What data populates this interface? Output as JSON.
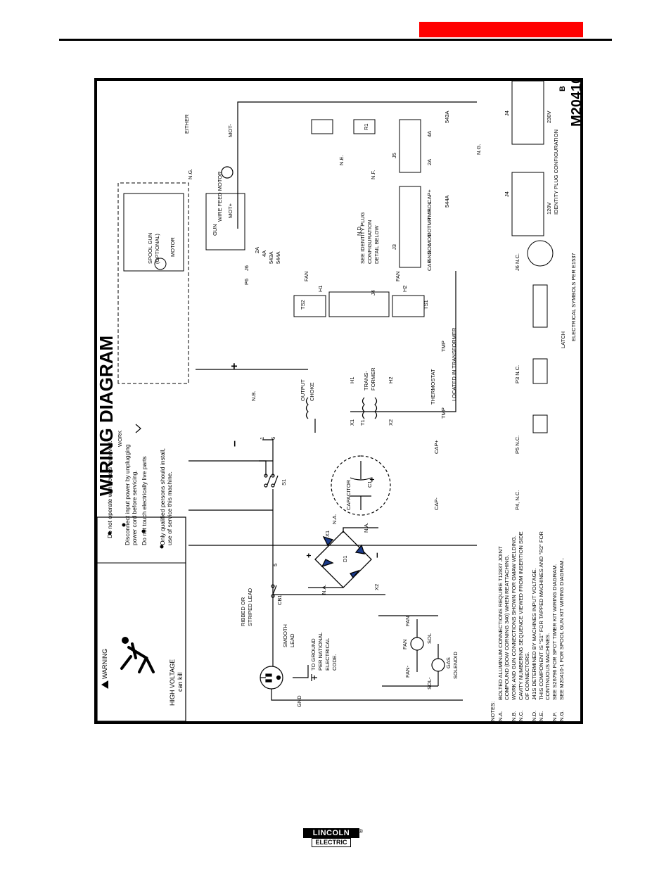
{
  "title": "WIRING DIAGRAM",
  "drawing_number": "M20410",
  "revision": "B",
  "warning": {
    "heading": "WARNING",
    "voltage_line1": "HIGH VOLTAGE",
    "voltage_line2": "can kill",
    "bullets": [
      [
        "Do not operate with covers removed."
      ],
      [
        "Disconnect input power by unplugging",
        "power cord before servicing."
      ],
      [
        "Do not touch electrically live parts"
      ],
      [
        "Only qualified persons should install,",
        "use of service this machine."
      ]
    ]
  },
  "labels": {
    "work": "WORK",
    "nb": "N.B.",
    "na": "N.A.",
    "nc": "N.C.",
    "nd": "N.D.",
    "ne": "N.E.",
    "nf": "N.F.",
    "ng": "N.G.",
    "either": "EITHER",
    "wire_feed_motor": "WIRE FEED MOTOR",
    "mot_plus": "MOT+",
    "mot_minus": "MOT-",
    "spool_gun": "SPOOL GUN",
    "optional": "(OPTIONAL)",
    "motor": "MOTOR",
    "gun": "GUN",
    "ribbed": "RIBBED OR",
    "striped": "STRIPED LEAD",
    "smooth": "SMOOTH",
    "lead": "LEAD",
    "to_ground": [
      "TO GROUND",
      "PER NATIONAL",
      "ELECTRICAL",
      "CODE."
    ],
    "gnd": "GND",
    "cb1": "CB1",
    "s1": "S1",
    "wire_5": "5",
    "wire_1": "1",
    "wire_6": "6",
    "capacitor": "CAPACITOR",
    "c1": "C1",
    "cap_minus": "CAP-",
    "cap_plus": "CAP+",
    "d1": "D1",
    "x1": "X1",
    "x2": "X2",
    "t1": "T1",
    "output": "OUTPUT",
    "choke": "CHOKE",
    "trans": "TRANS-",
    "former": "FORMER",
    "h1": "H1",
    "h2": "H2",
    "ts1": "TS1",
    "ts2": "TS2",
    "fan": "FAN",
    "fan_minus": "FAN-",
    "fan_plus": "FAN",
    "sol": "SOL",
    "sol_minus": "SOL-",
    "gas": "GAS",
    "solenoid": "SOLENOID",
    "thermostat": "THERMOSTAT",
    "tmp": "TMP",
    "located": "LOCATED IN TRANSFORMER",
    "see_identity": [
      "SEE IDENTITY PLUG",
      "CONFIGURATION",
      "DETAIL BELOW"
    ],
    "j3": "J3",
    "j4": "J4",
    "j5": "J5",
    "j6": "J6",
    "p6": "P6",
    "r1": "R1",
    "n2a": "2A",
    "n4a": "4A",
    "n543a": "543A",
    "n544a": "544A",
    "p4": "P4, N.C.",
    "p5": "P5  N.C.",
    "p3": "P3  N.C.",
    "j6nc": "J6  N.C.",
    "latch": "LATCH",
    "electrical_symbols": "ELECTRICAL SYMBOLS PER E1537",
    "v120": "120V",
    "v230": "230V",
    "identity_plug": "IDENTITY PLUG CONFIGURATION"
  },
  "j3_signals": [
    "CAP-",
    "GND",
    "SOL",
    "MOT",
    "MOT",
    "TMP",
    "TMP",
    "SOL",
    "CAP+"
  ],
  "j5_signals": [
    "2A",
    "4A"
  ],
  "notes": {
    "heading": "NOTES:",
    "items": [
      [
        "N.A.",
        "BOLTED ALUMINUM CONNECTIONS REQUIRE T12837 JOINT",
        "COMPOUND (DOW CORNING 340) WHEN REATTACHING."
      ],
      [
        "N.B.",
        "WORK AND GUN CONNECTIONS SHOWN FOR GMAW WELDING."
      ],
      [
        "N.C.",
        "CAVITY NUMBERING SEQUENCE VIEWED FROM INSERTION SIDE",
        "OF CONNECTORS."
      ],
      [
        "N.D.",
        "J41S DETERMINED BY MACHINES INPUT VOLTAGE."
      ],
      [
        "N.E.",
        "THIS COMPONENT IS \"S1\" FOR TAPPED MACHINES AND \"R2\" FOR",
        "CONTINUOUS MACHINES."
      ],
      [
        "N.F.",
        "SEE S26796 FOR SPOT TIMER KIT WIRING DIAGRAM."
      ],
      [
        "N.G.",
        "SEE M20410-1 FOR SPOOL GUN KIT WIRING DIAGRAM.."
      ]
    ]
  },
  "logo": {
    "top": "LINCOLN",
    "bottom": "ELECTRIC",
    "reg": "®"
  }
}
